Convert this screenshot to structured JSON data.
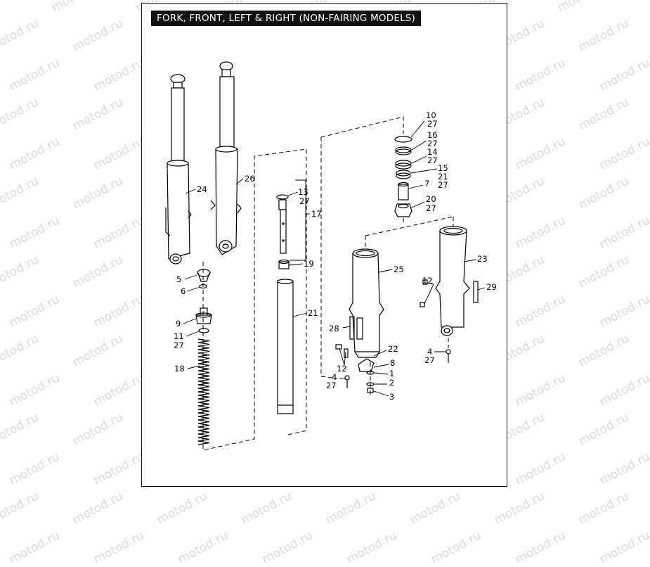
{
  "title": "FORK, FRONT, LEFT & RIGHT (NON-FAIRING MODELS)",
  "watermark": "motod.ru",
  "callouts": [
    {
      "id": "c-24",
      "text": "24"
    },
    {
      "id": "c-26",
      "text": "26"
    },
    {
      "id": "c-5",
      "text": "5"
    },
    {
      "id": "c-6",
      "text": "6"
    },
    {
      "id": "c-9",
      "text": "9"
    },
    {
      "id": "c-11",
      "text": "11"
    },
    {
      "id": "c-11b",
      "text": "27"
    },
    {
      "id": "c-18",
      "text": "18"
    },
    {
      "id": "c-13",
      "text": "13"
    },
    {
      "id": "c-13b",
      "text": "27"
    },
    {
      "id": "c-17",
      "text": "17"
    },
    {
      "id": "c-19",
      "text": "19"
    },
    {
      "id": "c-21a",
      "text": "21"
    },
    {
      "id": "c-10",
      "text": "10"
    },
    {
      "id": "c-10b",
      "text": "27"
    },
    {
      "id": "c-16",
      "text": "16"
    },
    {
      "id": "c-16b",
      "text": "27"
    },
    {
      "id": "c-14",
      "text": "14"
    },
    {
      "id": "c-14b",
      "text": "27"
    },
    {
      "id": "c-15",
      "text": "15"
    },
    {
      "id": "c-15b",
      "text": "21"
    },
    {
      "id": "c-15c",
      "text": "27"
    },
    {
      "id": "c-7",
      "text": "7"
    },
    {
      "id": "c-20",
      "text": "20"
    },
    {
      "id": "c-20b",
      "text": "27"
    },
    {
      "id": "c-25",
      "text": "25"
    },
    {
      "id": "c-23",
      "text": "23"
    },
    {
      "id": "c-12a",
      "text": "12"
    },
    {
      "id": "c-29",
      "text": "29"
    },
    {
      "id": "c-28",
      "text": "28"
    },
    {
      "id": "c-22",
      "text": "22"
    },
    {
      "id": "c-8",
      "text": "8"
    },
    {
      "id": "c-12b",
      "text": "12"
    },
    {
      "id": "c-1",
      "text": "1"
    },
    {
      "id": "c-4a",
      "text": "4"
    },
    {
      "id": "c-4ab",
      "text": "27"
    },
    {
      "id": "c-2",
      "text": "2"
    },
    {
      "id": "c-3",
      "text": "3"
    },
    {
      "id": "c-4b",
      "text": "4"
    },
    {
      "id": "c-4bb",
      "text": "27"
    }
  ]
}
